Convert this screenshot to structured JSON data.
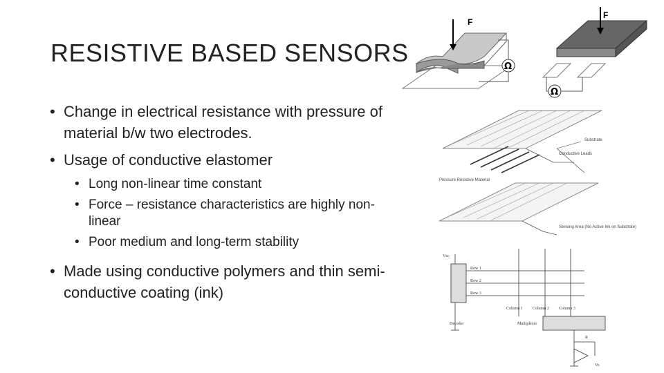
{
  "slide": {
    "title": "RESISTIVE BASED SENSORS",
    "bullets": [
      {
        "text": "Change in electrical resistance with pressure of material b/w two electrodes."
      },
      {
        "text": "Usage of conductive elastomer",
        "sub": [
          "Long non-linear time constant",
          "Force – resistance characteristics are highly non-linear",
          "Poor medium and long-term stability"
        ]
      },
      {
        "text": "Made using conductive polymers and thin semi-conductive coating (ink)"
      }
    ]
  },
  "figure": {
    "force_label": "F",
    "ohm_symbol": "Ω",
    "labels": {
      "conductive_leads": "Conductive Leads",
      "substrate": "Substrate",
      "pressure_resistive": "Pressure Resistive Material",
      "sensing_area": "Sensing Area (No Active Ink on Substrate)",
      "vcc": "V<sub>cc</sub>",
      "row1": "Row 1",
      "row2": "Row 2",
      "row3": "Row 3",
      "col1": "Column 1",
      "col2": "Column 2",
      "col3": "Column 3",
      "decoder": "Decoder",
      "multiplexer": "Multiplexer",
      "rf": "R",
      "vout": "V<sub>o</sub>"
    }
  }
}
